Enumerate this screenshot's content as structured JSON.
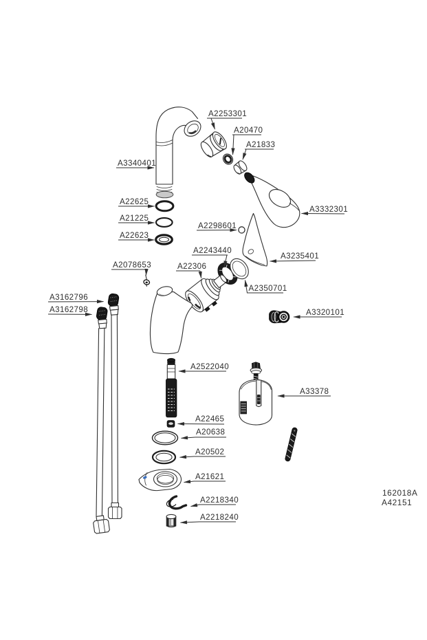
{
  "diagram": {
    "kind": "exploded-parts-diagram",
    "colors": {
      "line": "#2f2f2f",
      "dark_fill": "#1a1a1a",
      "accent_blue": "#3a6fbf",
      "background": "#ffffff"
    },
    "labels": [
      "A2253301",
      "A20470",
      "A21833",
      "A3340401",
      "A22625",
      "A21225",
      "A22623",
      "A2298601",
      "A3332301",
      "A3235401",
      "A2350701",
      "A2243440",
      "A22306",
      "A2078653",
      "A3162796",
      "A3162798",
      "A3320101",
      "A2522040",
      "A33378",
      "A22465",
      "A20638",
      "A20502",
      "A21621",
      "A2218340",
      "A2218240"
    ],
    "doc_numbers": [
      "162018A",
      "A42151"
    ]
  }
}
